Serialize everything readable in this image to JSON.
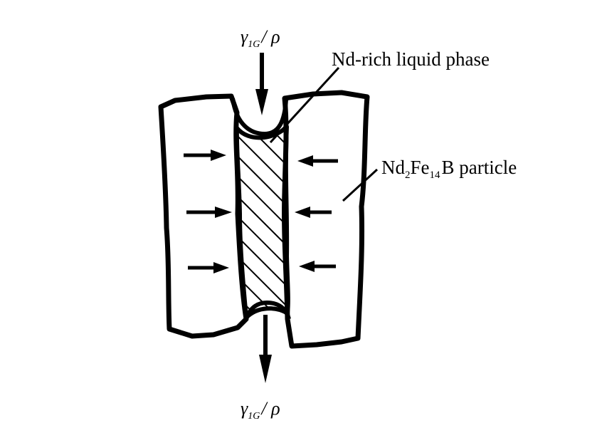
{
  "labels": {
    "top_gamma_symbol": "γ",
    "top_gamma_sub": "1G",
    "top_gamma_rest": "/ ρ",
    "bottom_gamma_symbol": "γ",
    "bottom_gamma_sub": "1G",
    "bottom_gamma_rest": "/ ρ",
    "liquid_phase": "Nd-rich liquid phase",
    "particle_nd": "Nd",
    "particle_sub1": "2",
    "particle_fe": "Fe",
    "particle_sub2": "14",
    "particle_b": "B particle"
  },
  "colors": {
    "ink": "#000000",
    "background": "#ffffff"
  }
}
